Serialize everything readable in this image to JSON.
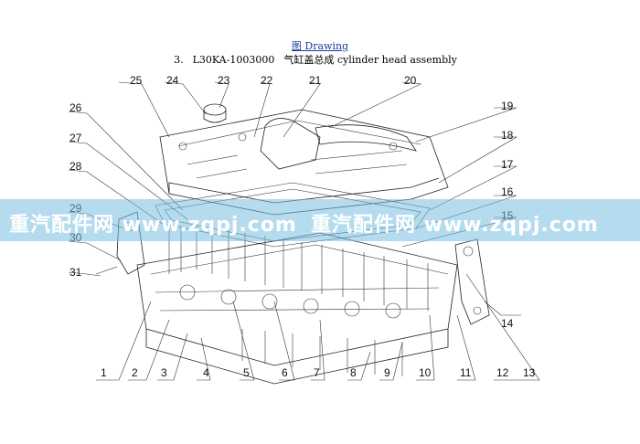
{
  "header": {
    "drawing_link": "图 Drawing",
    "item_no": "3.",
    "part_code": "L30KA-1003000",
    "part_name": "气缸盖总成  cylinder head assembly"
  },
  "callouts": [
    "1",
    "2",
    "3",
    "4",
    "5",
    "6",
    "7",
    "8",
    "9",
    "10",
    "11",
    "12",
    "13",
    "14",
    "15",
    "16",
    "17",
    "18",
    "19",
    "20",
    "21",
    "22",
    "23",
    "24",
    "25",
    "26",
    "27",
    "28",
    "29",
    "30",
    "31"
  ],
  "watermark": {
    "segments": [
      "重汽配件网 www.zqpj.com",
      "重汽配件网 www.zqpj.com"
    ]
  },
  "colors": {
    "link": "#1a3c9c",
    "watermark_band": "#78bee1",
    "line": "#222222"
  }
}
